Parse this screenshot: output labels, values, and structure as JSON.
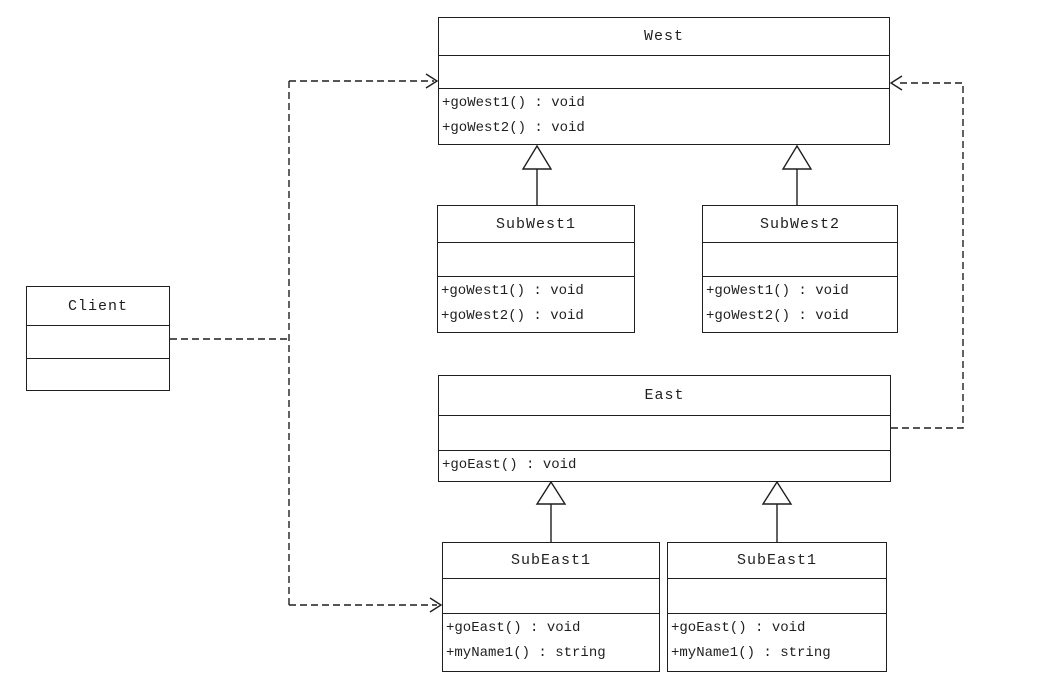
{
  "diagram": {
    "kind": "uml-class-diagram",
    "colors": {
      "background": "#ffffff",
      "line": "#1f1f1f",
      "text": "#1f1f1f",
      "box_fill": "#ffffff"
    },
    "classes": {
      "client": {
        "name": "Client",
        "attributes": [],
        "methods": []
      },
      "west": {
        "name": "West",
        "attributes": [],
        "methods": [
          "+goWest1() : void",
          "+goWest2() : void"
        ]
      },
      "subwest1": {
        "name": "SubWest1",
        "attributes": [],
        "methods": [
          "+goWest1() : void",
          "+goWest2() : void"
        ]
      },
      "subwest2": {
        "name": "SubWest2",
        "attributes": [],
        "methods": [
          "+goWest1() : void",
          "+goWest2() : void"
        ]
      },
      "east": {
        "name": "East",
        "attributes": [],
        "methods": [
          "+goEast() : void"
        ]
      },
      "subeast1_left": {
        "name": "SubEast1",
        "attributes": [],
        "methods": [
          "+goEast() : void",
          "+myName1() : string"
        ]
      },
      "subeast1_right": {
        "name": "SubEast1",
        "attributes": [],
        "methods": [
          "+goEast() : void",
          "+myName1() : string"
        ]
      }
    },
    "relationships": [
      {
        "type": "dependency",
        "from": "Client",
        "to": "West",
        "line": "dashed",
        "arrow": "open"
      },
      {
        "type": "dependency",
        "from": "Client",
        "to": "SubEast1",
        "line": "dashed",
        "arrow": "open"
      },
      {
        "type": "dependency",
        "from": "East",
        "to": "West",
        "line": "dashed",
        "arrow": "open"
      },
      {
        "type": "generalization",
        "from": "SubWest1",
        "to": "West",
        "line": "solid",
        "arrow": "hollow-triangle"
      },
      {
        "type": "generalization",
        "from": "SubWest2",
        "to": "West",
        "line": "solid",
        "arrow": "hollow-triangle"
      },
      {
        "type": "generalization",
        "from": "SubEast1 (left)",
        "to": "East",
        "line": "solid",
        "arrow": "hollow-triangle"
      },
      {
        "type": "generalization",
        "from": "SubEast1 (right)",
        "to": "East",
        "line": "solid",
        "arrow": "hollow-triangle"
      }
    ]
  }
}
